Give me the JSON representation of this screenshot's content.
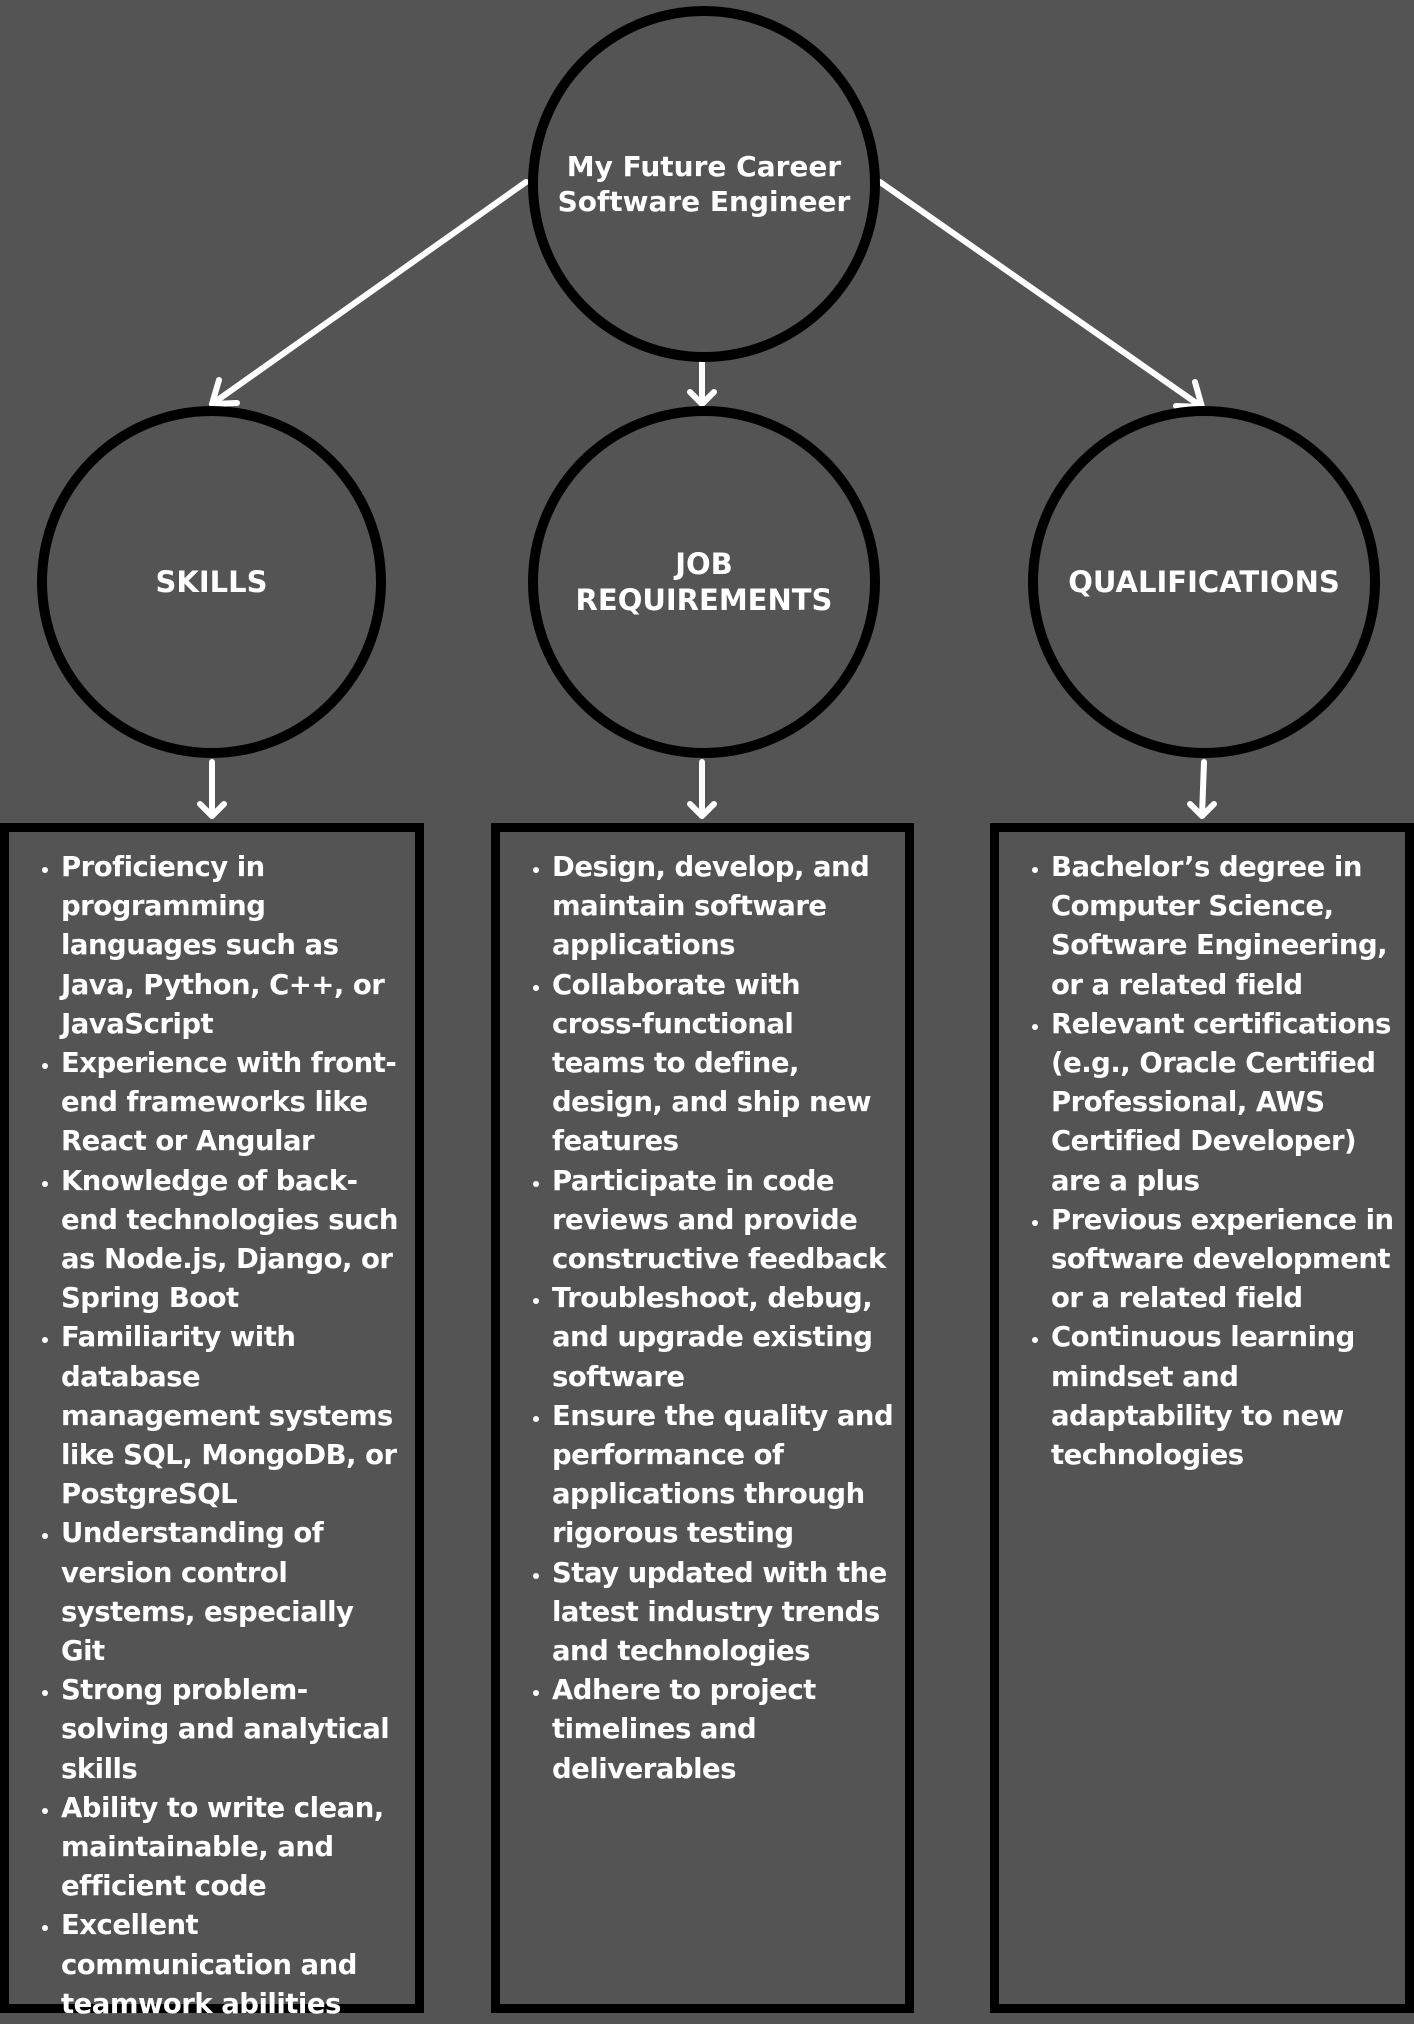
{
  "colors": {
    "background": "#545454",
    "border": "#000000",
    "text": "#ffffff",
    "connector": "#ffffff"
  },
  "main": {
    "label": "My Future Career\nSoftware Engineer"
  },
  "branches": [
    {
      "title": "SKILLS",
      "items": [
        "Proficiency in programming languages such as Java, Python, C++, or JavaScript",
        "Experience with front-end frameworks like React or Angular",
        "Knowledge of back-end technologies such as Node.js, Django, or Spring Boot",
        "Familiarity with database management systems like SQL, MongoDB, or PostgreSQL",
        "Understanding of version control systems, especially Git",
        "Strong problem-solving and analytical skills",
        "Ability to write clean, maintainable, and efficient code",
        "Excellent communication and teamwork abilities"
      ]
    },
    {
      "title": "JOB\nREQUIREMENTS",
      "items": [
        "Design, develop, and maintain software applications",
        "Collaborate with cross-functional teams to define, design, and ship new features",
        "Participate in code reviews and provide constructive feedback",
        "Troubleshoot, debug, and upgrade existing software",
        "Ensure the quality and performance of applications through rigorous testing",
        "Stay updated with the latest industry trends and technologies",
        "Adhere to project timelines and deliverables"
      ]
    },
    {
      "title": "QUALIFICATIONS",
      "items": [
        "Bachelor’s degree in Computer Science, Software Engineering, or a related field",
        "Relevant certifications (e.g., Oracle Certified Professional, AWS Certified Developer) are a plus",
        "Previous experience in software development or a related field",
        "Continuous learning mindset and adaptability to new technologies"
      ]
    }
  ]
}
